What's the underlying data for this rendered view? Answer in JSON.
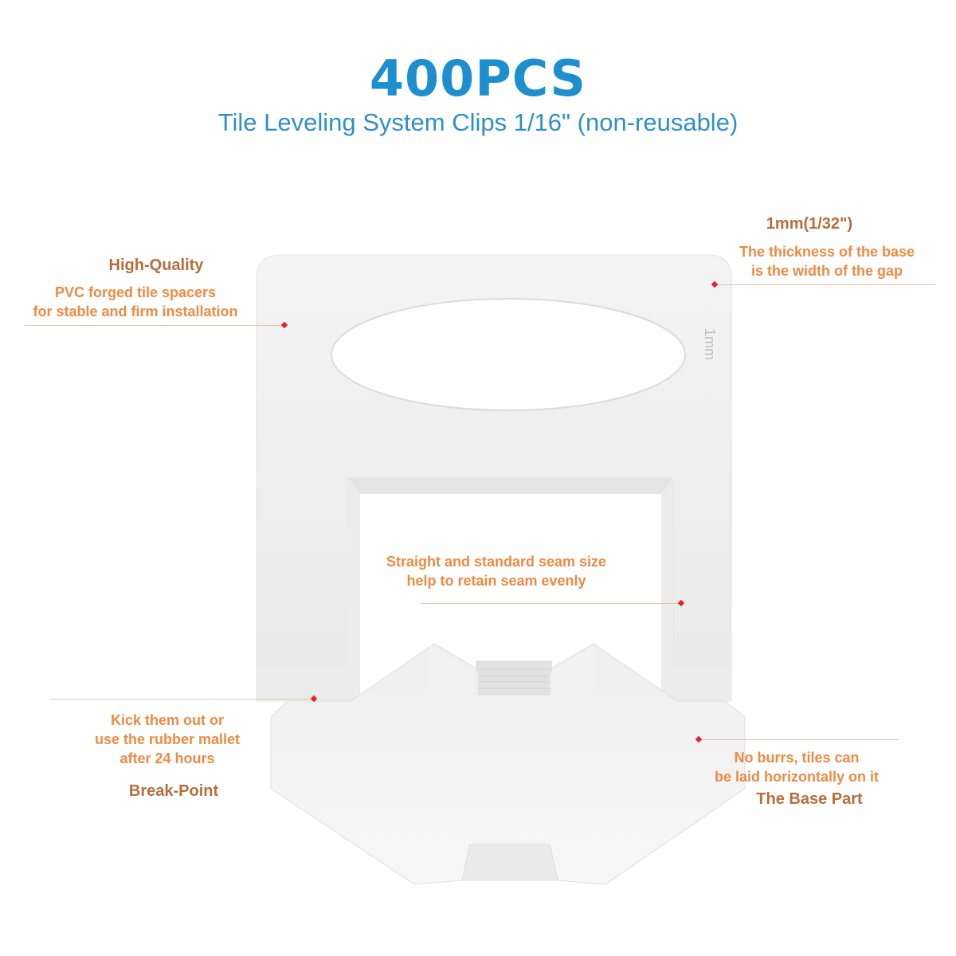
{
  "header": {
    "headline": "400PCS",
    "subtitle": "Tile Leveling System Clips 1/16\" (non-reusable)"
  },
  "colors": {
    "headline": "#1d8fcf",
    "subtitle": "#2f8fcb",
    "annotation_text": "#ee8a43",
    "annotation_title": "#b86d3c",
    "marker": "#e5232b",
    "leader_line": "#e6c3a8"
  },
  "product": {
    "clip_marking": "1mm"
  },
  "annotations": {
    "high_quality": {
      "title": "High-Quality",
      "line1": "PVC forged tile spacers",
      "line2": "for stable and firm installation"
    },
    "thickness": {
      "title": "1mm(1/32\")",
      "line1": "The thickness of the base",
      "line2": "is the width of the gap"
    },
    "seam": {
      "line1": "Straight and standard seam size",
      "line2": "help to retain seam evenly"
    },
    "break_point": {
      "line1": "Kick them out or",
      "line2": "use the rubber mallet",
      "line3": "after 24 hours",
      "title": "Break-Point"
    },
    "base_part": {
      "line1": "No burrs, tiles can",
      "line2": "be laid horizontally on it",
      "title": "The Base Part"
    }
  }
}
